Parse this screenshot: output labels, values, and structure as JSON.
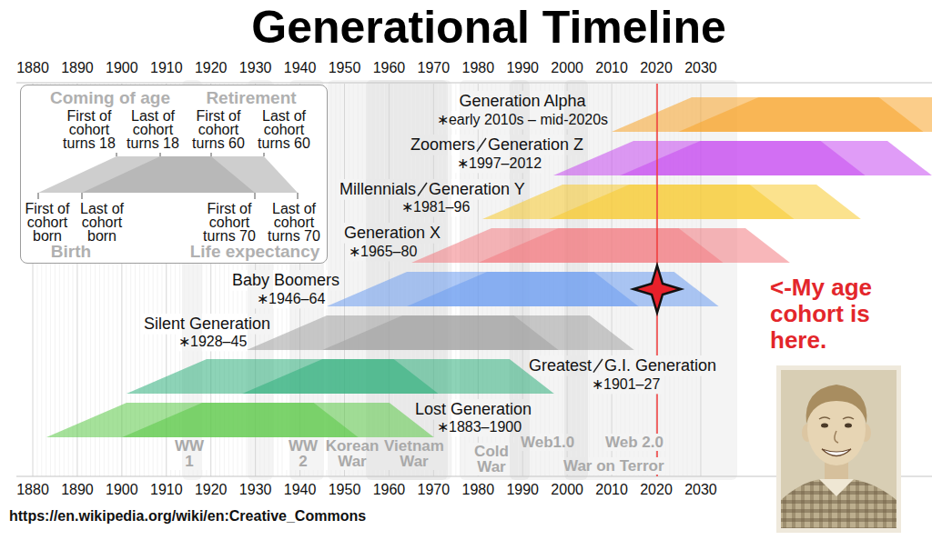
{
  "diagram": {
    "title": "Generational Timeline",
    "nodes": [
      {
        "text": [
          "Coming of age",
          "Retirement",
          "First of cohort turns 18",
          "Last of cohort turns 18",
          "First of cohort turns 60",
          "Last of cohort turns 60",
          "First of cohort born",
          "Last of cohort born",
          "First of cohort turns 70",
          "Last of cohort turns 70",
          "Birth",
          "Life expectancy"
        ]
      },
      {
        "text": [
          "Generation Alpha",
          "∗early 2010s – mid-2020s"
        ]
      },
      {
        "text": [
          "Zoomers",
          "Generation Z",
          "∗1997–2012"
        ]
      },
      {
        "text": [
          "Millennials",
          "Generation Y",
          "∗1981–96"
        ]
      },
      {
        "text": [
          "Generation X",
          "∗1965–80"
        ]
      },
      {
        "text": [
          "Baby Boomers",
          "∗1946–64"
        ]
      },
      {
        "text": [
          "Silent Generation",
          "∗1928–45"
        ]
      },
      {
        "text": [
          "Greatest",
          "G.I. Generation",
          "∗1901–27"
        ]
      },
      {
        "text": [
          "Lost Generation",
          "∗1883–1900"
        ]
      }
    ],
    "labels": [
      "1880",
      "1890",
      "1900",
      "1910",
      "1920",
      "1930",
      "1940",
      "1950",
      "1960",
      "1970",
      "1980",
      "1990",
      "2000",
      "2010",
      "2020",
      "2030",
      "<-My age cohort is here.",
      "WW 1",
      "WW 2",
      "Korean War",
      "Vietnam War",
      "Cold War",
      "Web1.0",
      "Web 2.0",
      "War on Terror",
      "1880",
      "1890",
      "1900",
      "1910",
      "1920",
      "1930",
      "1940",
      "1950",
      "1960",
      "1970",
      "1980",
      "1990",
      "2000",
      "2010",
      "2020",
      "2030",
      "https://en.wikipedia.org/wiki/en:Creative_Commons"
    ]
  }
}
